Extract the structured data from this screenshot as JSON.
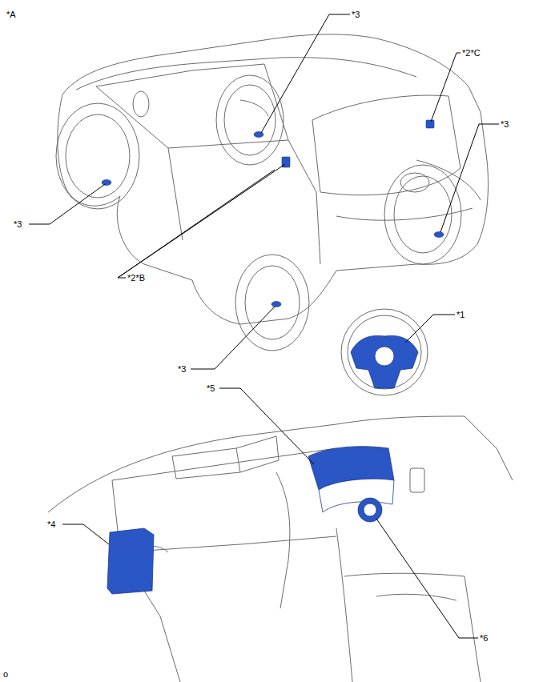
{
  "diagram": {
    "labels": [
      "*A",
      "*3",
      "*2*C",
      "*3",
      "*3",
      "*2*B",
      "*3",
      "*1",
      "*5",
      "*4",
      "*6",
      "o"
    ]
  }
}
